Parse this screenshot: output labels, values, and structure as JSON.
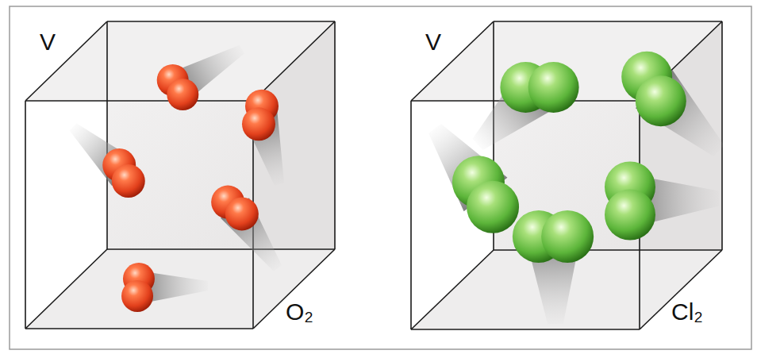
{
  "diagram": {
    "labels": [
      "V",
      "O₂",
      "V",
      "Cl₂"
    ]
  }
}
